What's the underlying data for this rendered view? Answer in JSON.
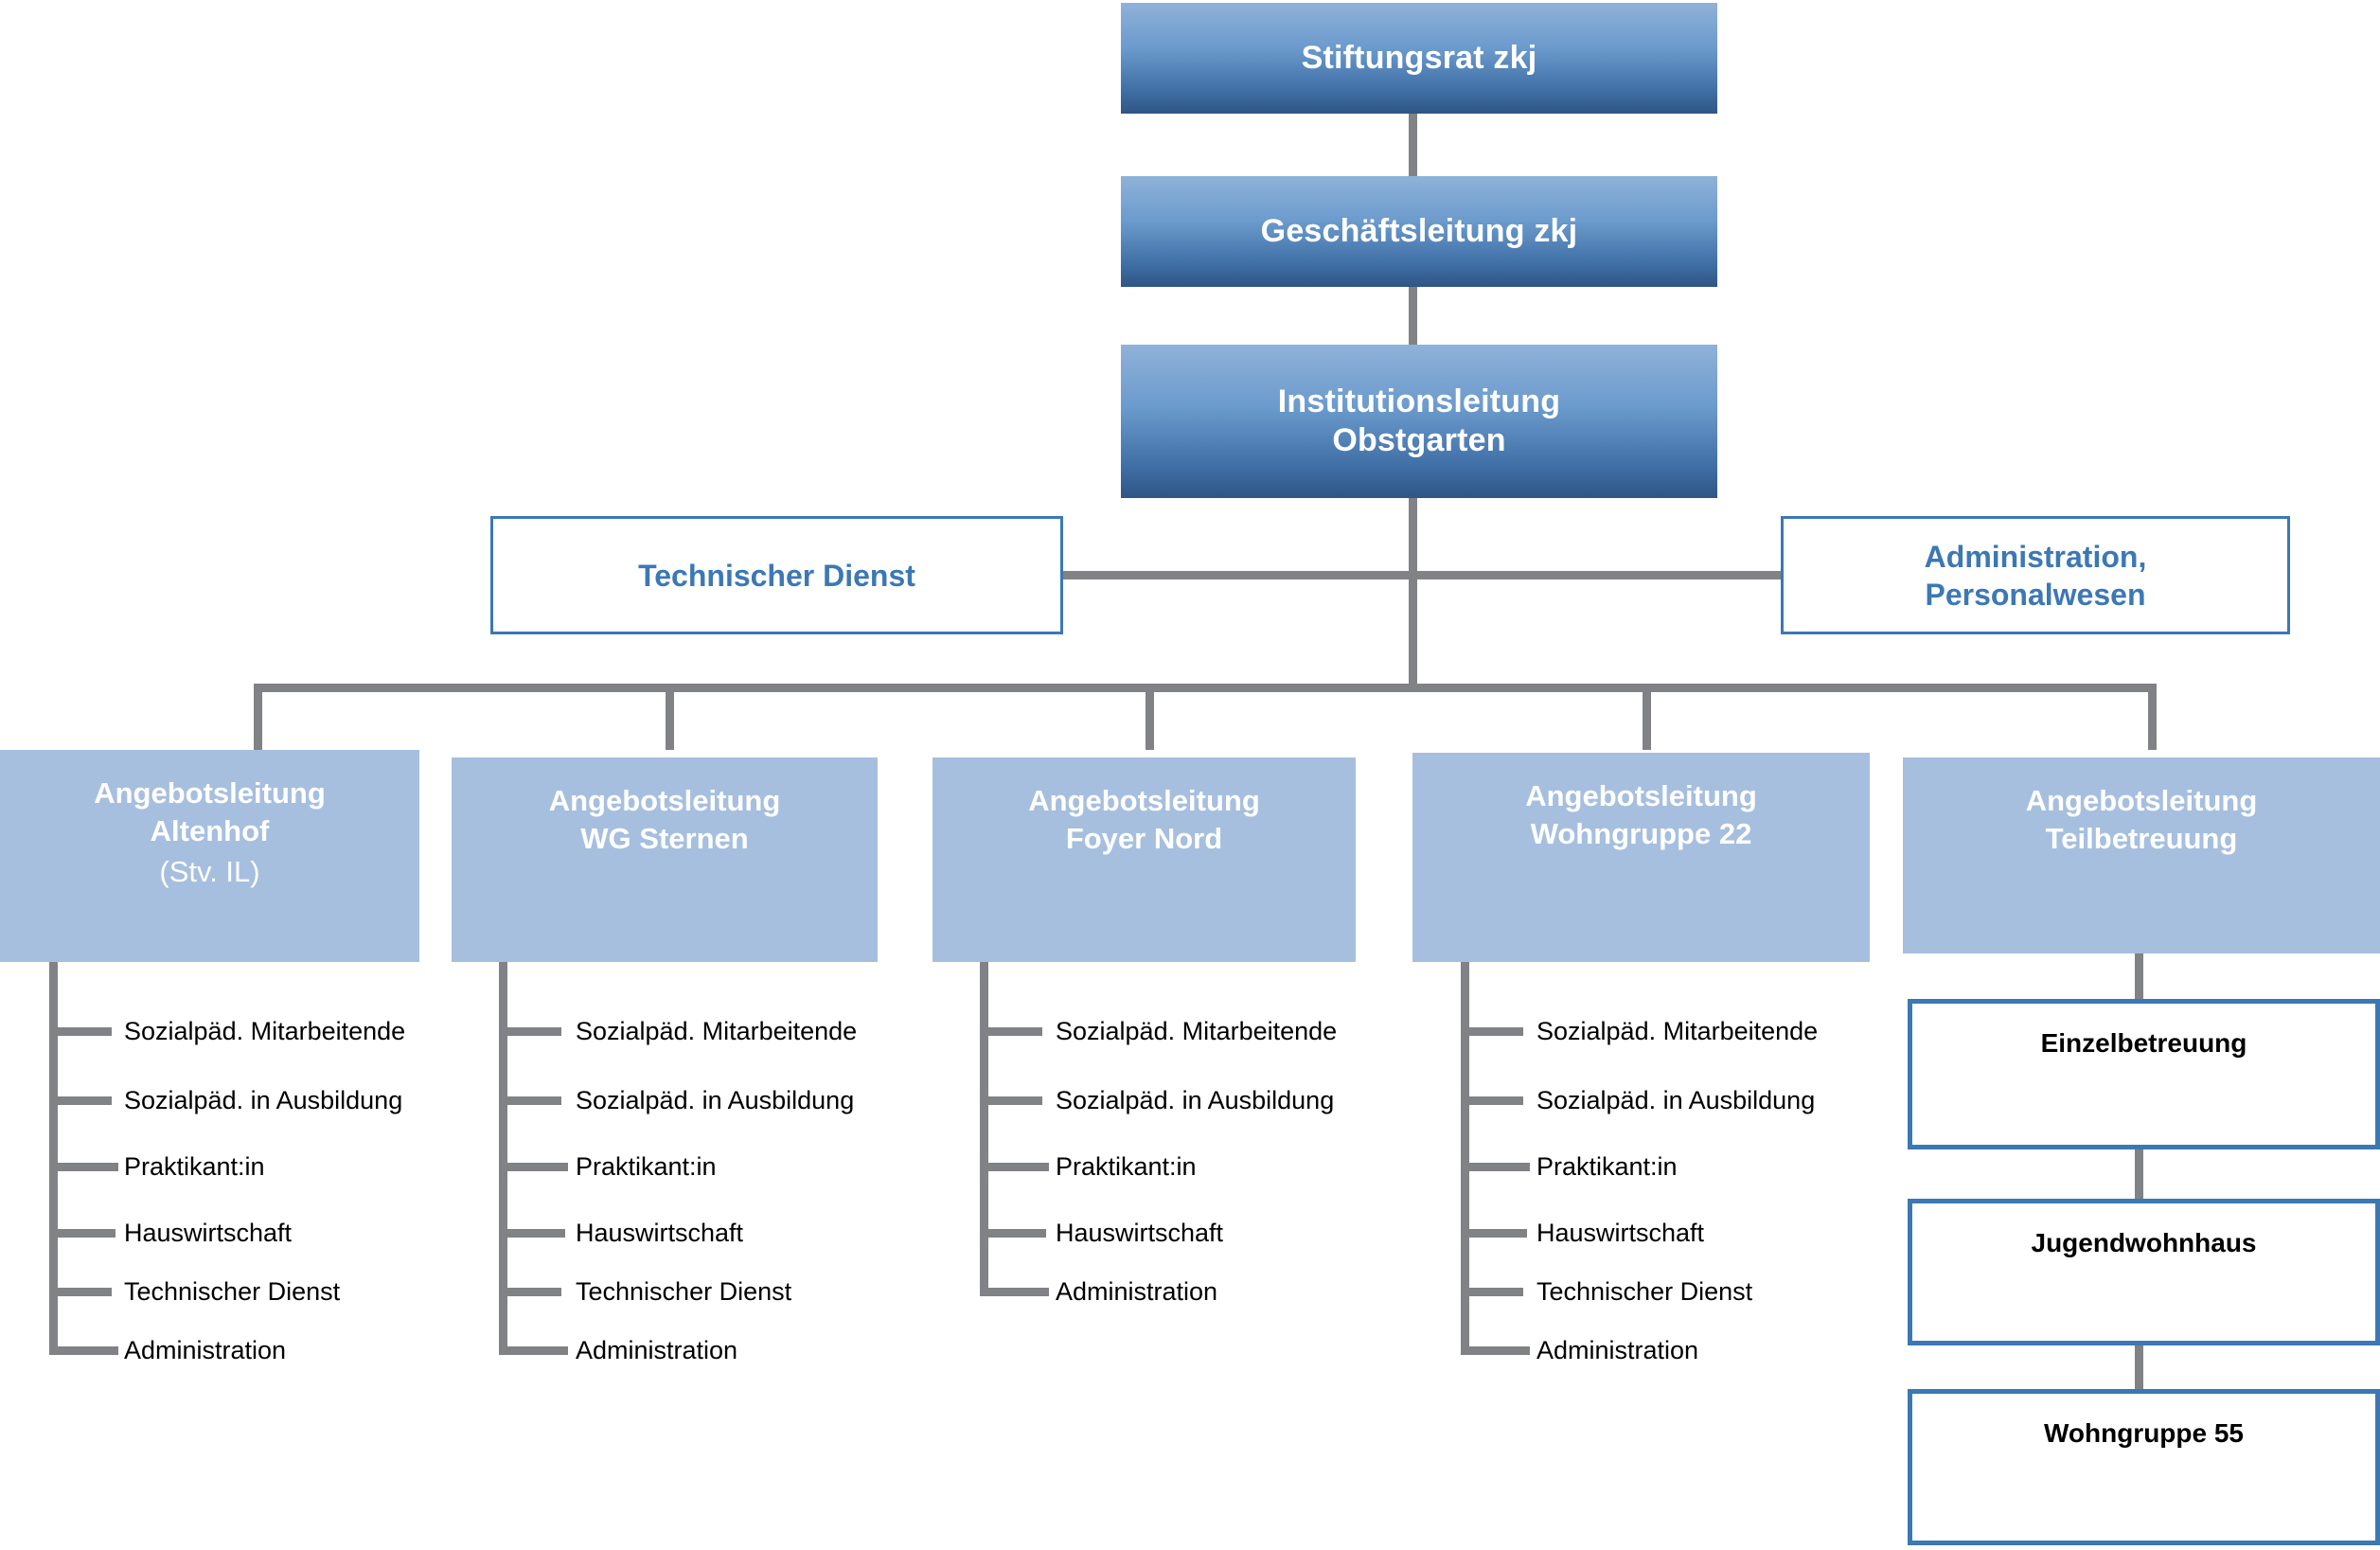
{
  "hierarchy": {
    "top": [
      {
        "label": "Stiftungsrat zkj"
      },
      {
        "label": "Geschäftsleitung zkj"
      },
      {
        "label": "Institutionsleitung\nObstgarten"
      }
    ],
    "staff": [
      {
        "label": "Technischer Dienst"
      },
      {
        "label": "Administration,\nPersonalwesen"
      }
    ],
    "departments": [
      {
        "title": "Angebotsleitung\nAltenhof",
        "subtitle": "(Stv. IL)",
        "roles": [
          "Sozialpäd. Mitarbeitende",
          "Sozialpäd. in Ausbildung",
          "Praktikant:in",
          "Hauswirtschaft",
          "Technischer Dienst",
          "Administration"
        ]
      },
      {
        "title": "Angebotsleitung\nWG Sternen",
        "subtitle": "",
        "roles": [
          "Sozialpäd. Mitarbeitende",
          "Sozialpäd. in Ausbildung",
          "Praktikant:in",
          "Hauswirtschaft",
          "Technischer Dienst",
          "Administration"
        ]
      },
      {
        "title": "Angebotsleitung\nFoyer Nord",
        "subtitle": "",
        "roles": [
          "Sozialpäd. Mitarbeitende",
          "Sozialpäd. in Ausbildung",
          "Praktikant:in",
          "Hauswirtschaft",
          "Administration"
        ]
      },
      {
        "title": "Angebotsleitung\nWohngruppe 22",
        "subtitle": "",
        "roles": [
          "Sozialpäd. Mitarbeitende",
          "Sozialpäd. in Ausbildung",
          "Praktikant:in",
          "Hauswirtschaft",
          "Technischer Dienst",
          "Administration"
        ]
      },
      {
        "title": "Angebotsleitung\nTeilbetreuung",
        "subtitle": "",
        "roles": [],
        "sub_units": [
          "Einzelbetreuung",
          "Jugendwohnhaus",
          "Wohngruppe 55"
        ]
      }
    ]
  },
  "colors": {
    "gradient_top": "#8FB2D9",
    "gradient_bottom": "#2F5584",
    "department_fill": "#A6BFDF",
    "box_border": "#3C78B4",
    "connector": "#808285",
    "text_on_dark": "#FFFFFF",
    "text_blue": "#3C78B4",
    "text_black": "#000000"
  }
}
